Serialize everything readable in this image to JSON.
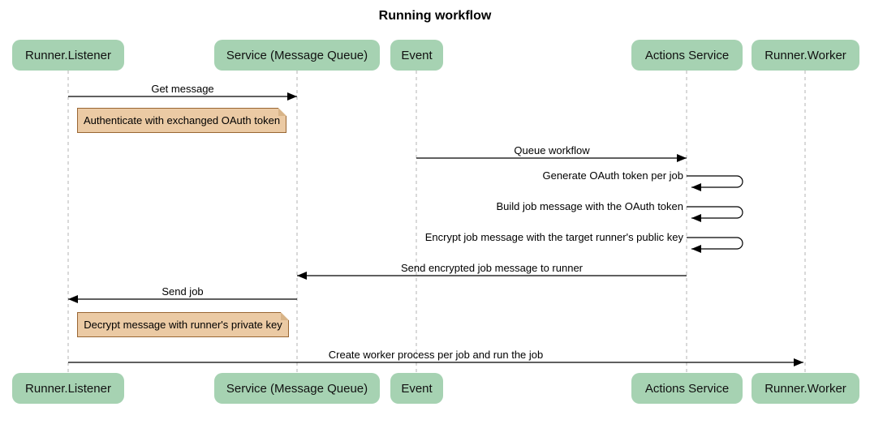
{
  "title": "Running workflow",
  "actors": [
    {
      "name": "Runner.Listener"
    },
    {
      "name": "Service (Message Queue)"
    },
    {
      "name": "Event"
    },
    {
      "name": "Actions Service"
    },
    {
      "name": "Runner.Worker"
    }
  ],
  "messages": [
    {
      "label": "Get message",
      "from": "Runner.Listener",
      "to": "Service (Message Queue)",
      "type": "arrow-right"
    },
    {
      "label": "Queue workflow",
      "from": "Event",
      "to": "Actions Service",
      "type": "arrow-right"
    },
    {
      "label": "Generate OAuth token per job",
      "from": "Actions Service",
      "to": "Actions Service",
      "type": "self-loop"
    },
    {
      "label": "Build job message with the OAuth token",
      "from": "Actions Service",
      "to": "Actions Service",
      "type": "self-loop"
    },
    {
      "label": "Encrypt job message with the target runner's public key",
      "from": "Actions Service",
      "to": "Actions Service",
      "type": "self-loop"
    },
    {
      "label": "Send encrypted job message to runner",
      "from": "Actions Service",
      "to": "Service (Message Queue)",
      "type": "arrow-left"
    },
    {
      "label": "Send job",
      "from": "Service (Message Queue)",
      "to": "Runner.Listener",
      "type": "arrow-left"
    },
    {
      "label": "Create worker process per job and run the job",
      "from": "Runner.Listener",
      "to": "Runner.Worker",
      "type": "arrow-right"
    }
  ],
  "notes": [
    {
      "text": "Authenticate with exchanged OAuth token",
      "position": "right of Runner.Listener"
    },
    {
      "text": "Decrypt message with runner's private key",
      "position": "right of Runner.Listener"
    }
  ],
  "colors": {
    "background": "#FFFFFF",
    "actor_fill": "#A6D2B2",
    "note_fill": "#EBCAA4",
    "note_border": "#996633",
    "note_fold": "#D8B488",
    "lifeline": "#B3B3B3",
    "arrow": "#000000"
  }
}
